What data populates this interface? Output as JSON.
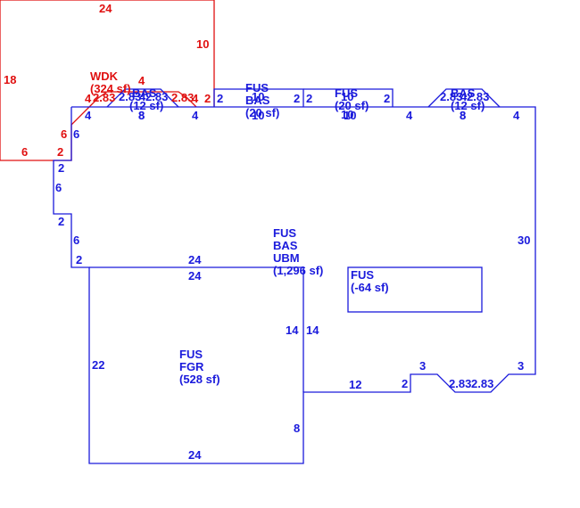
{
  "colors": {
    "main": "#1a1adc",
    "deck": "#e01010"
  },
  "deck": {
    "code": "WDK",
    "area": "(324 sf)",
    "dims": {
      "top": "24",
      "right": "10",
      "left": "18",
      "bottom": "6",
      "bottom_short": "2",
      "inner_left": "6",
      "step_a": "4",
      "step_b": "4",
      "bay_left": "2.83",
      "bay_right": "2.83",
      "step_c": "4",
      "step_d": "2"
    }
  },
  "main_house": {
    "codes": [
      "FUS",
      "BAS",
      "UBM"
    ],
    "area": "(1,296 sf)",
    "dims": {
      "right": "30",
      "left_top": "6",
      "left_jog_a": "2",
      "left_mid": "6",
      "left_jog_b": "2",
      "left_low": "6",
      "left_jog_c": "2",
      "top_seg_a": "4",
      "top_seg_b": "8",
      "top_seg_c": "4",
      "top_seg_d": "10",
      "top_seg_e": "4",
      "top_seg_f": "8",
      "top_seg_g": "4",
      "bottom_run": "12",
      "bottom_jog": "2",
      "bay_side_a": "3",
      "bay_side_b": "3",
      "bay_diag_a": "2.83",
      "bay_diag_b": "2.83",
      "garage_top_outer": "24",
      "garage_shared": "14"
    }
  },
  "bay_left": {
    "codes": [
      "BAS"
    ],
    "area": "(12 sf)",
    "dims": {
      "diag_a": "2.83",
      "diag_b": "2.83",
      "top": "4",
      "bottom": "8"
    }
  },
  "bump_middle": {
    "codes": [
      "FUS",
      "BAS"
    ],
    "area": "(20 sf)",
    "dims": {
      "top": "10",
      "bottom": "10",
      "side_a": "2",
      "side_b": "2"
    }
  },
  "bump_right": {
    "codes": [
      "FUS"
    ],
    "area": "(20 sf)",
    "dims": {
      "top": "10",
      "bottom": "10",
      "side_a": "2",
      "side_b": "2"
    }
  },
  "bay_right": {
    "codes": [
      "BAS"
    ],
    "area": "(12 sf)",
    "dims": {
      "diag_a": "2.83",
      "diag_b": "2.83",
      "top": "4",
      "bottom": "8"
    }
  },
  "opening": {
    "codes": [
      "FUS"
    ],
    "area": "(-64 sf)"
  },
  "garage": {
    "codes": [
      "FUS",
      "FGR"
    ],
    "area": "(528 sf)",
    "dims": {
      "top": "24",
      "left": "22",
      "right": "14",
      "right_low": "8",
      "bottom": "24"
    }
  }
}
